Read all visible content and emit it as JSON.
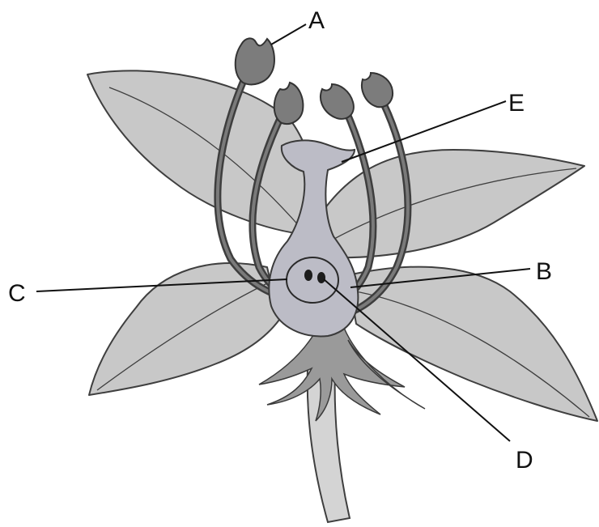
{
  "labels": {
    "a": "A",
    "b": "B",
    "c": "C",
    "d": "D",
    "e": "E"
  },
  "colors": {
    "petal": "#c8c8c8",
    "sepal": "#9a9a9a",
    "pistil": "#bcbcc6",
    "anther": "#7c7c7c",
    "outline": "#3f3f3f"
  }
}
